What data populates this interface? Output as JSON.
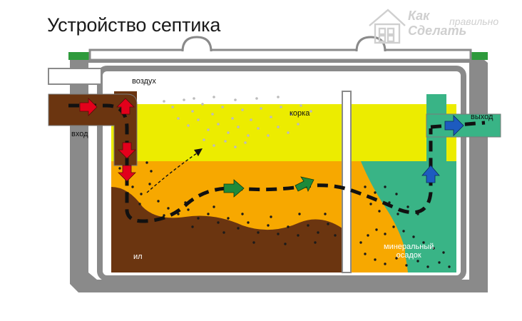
{
  "title": "Устройство септика",
  "labels": {
    "air": "воздух",
    "crust": "корка",
    "inlet": "вход",
    "outlet": "выход",
    "sludge": "ил",
    "mineral_sediment_line1": "минеральный",
    "mineral_sediment_line2": "осадок"
  },
  "logo": {
    "word1": "Как",
    "word2": "правильно",
    "word3": "Сделать"
  },
  "colors": {
    "background": "#ffffff",
    "tank_wall": "#8a8a8a",
    "tank_interior": "#ffffff",
    "lid_accent": "#2e9a3c",
    "crust_layer": "#ecec00",
    "water_layer": "#f7a800",
    "sludge": "#6b3510",
    "clarified_water": "#39b486",
    "inlet_pipe": "#6b3510",
    "outlet_pipe": "#39b486",
    "arrow_inlet": "#e3001b",
    "arrow_middle": "#1f8a3a",
    "arrow_outlet": "#1d5bbf",
    "flow_path": "#111111"
  }
}
